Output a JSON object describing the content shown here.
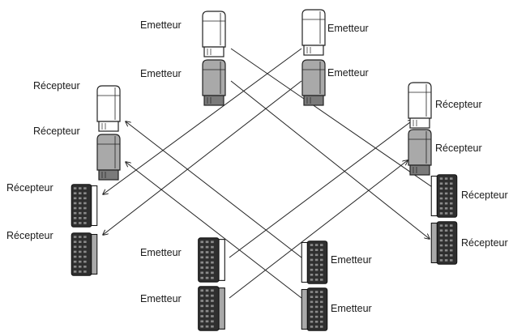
{
  "labels": {
    "em_top_left": "Emetteur",
    "em_top_right": "Emetteur",
    "em_mid_left": "Emetteur",
    "em_mid_right": "Emetteur",
    "rx_l1": "Récepteur",
    "rx_l2": "Récepteur",
    "rx_l3": "Récepteur",
    "rx_l4": "Récepteur",
    "rx_r1": "Récepteur",
    "rx_r2": "Récepteur",
    "rx_r3": "Récepteur",
    "rx_r4": "Récepteur",
    "em_bot_l1": "Emetteur",
    "em_bot_l2": "Emetteur",
    "em_bot_r1": "Emetteur",
    "em_bot_r2": "Emetteur"
  }
}
